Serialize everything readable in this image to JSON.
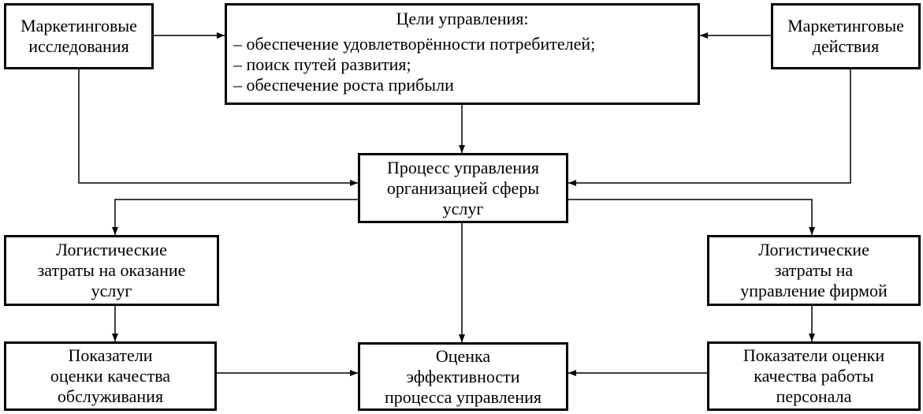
{
  "diagram": {
    "nodes": {
      "marketing_research": {
        "lines": [
          "Маркетинговые",
          "исследования"
        ]
      },
      "goals": {
        "title": "Цели управления:",
        "items": [
          "– обеспечение удовлетворённости потребителей;",
          "– поиск путей развития;",
          "– обеспечение роста прибыли"
        ]
      },
      "marketing_actions": {
        "lines": [
          "Маркетинговые",
          "действия"
        ]
      },
      "management_process": {
        "lines": [
          "Процесс управления",
          "организацией сферы",
          "услуг"
        ]
      },
      "logistics_services": {
        "lines": [
          "Логистические",
          "затраты на оказание",
          "услуг"
        ]
      },
      "logistics_management": {
        "lines": [
          "Логистические",
          "затраты на",
          "управление фирмой"
        ]
      },
      "service_quality": {
        "lines": [
          "Показатели",
          "оценки качества",
          "обслуживания"
        ]
      },
      "efficiency": {
        "lines": [
          "Оценка",
          "эффективности",
          "процесса управления"
        ]
      },
      "staff_quality": {
        "lines": [
          "Показатели оценки",
          "качества работы",
          "персонала"
        ]
      }
    },
    "edges": [
      {
        "from": "marketing_research",
        "to": "goals"
      },
      {
        "from": "marketing_actions",
        "to": "goals"
      },
      {
        "from": "goals",
        "to": "management_process"
      },
      {
        "from": "marketing_research",
        "to": "management_process"
      },
      {
        "from": "marketing_actions",
        "to": "management_process"
      },
      {
        "from": "management_process",
        "to": "logistics_services"
      },
      {
        "from": "management_process",
        "to": "logistics_management"
      },
      {
        "from": "management_process",
        "to": "efficiency"
      },
      {
        "from": "logistics_services",
        "to": "service_quality"
      },
      {
        "from": "logistics_management",
        "to": "staff_quality"
      },
      {
        "from": "service_quality",
        "to": "efficiency"
      },
      {
        "from": "staff_quality",
        "to": "efficiency"
      }
    ]
  }
}
